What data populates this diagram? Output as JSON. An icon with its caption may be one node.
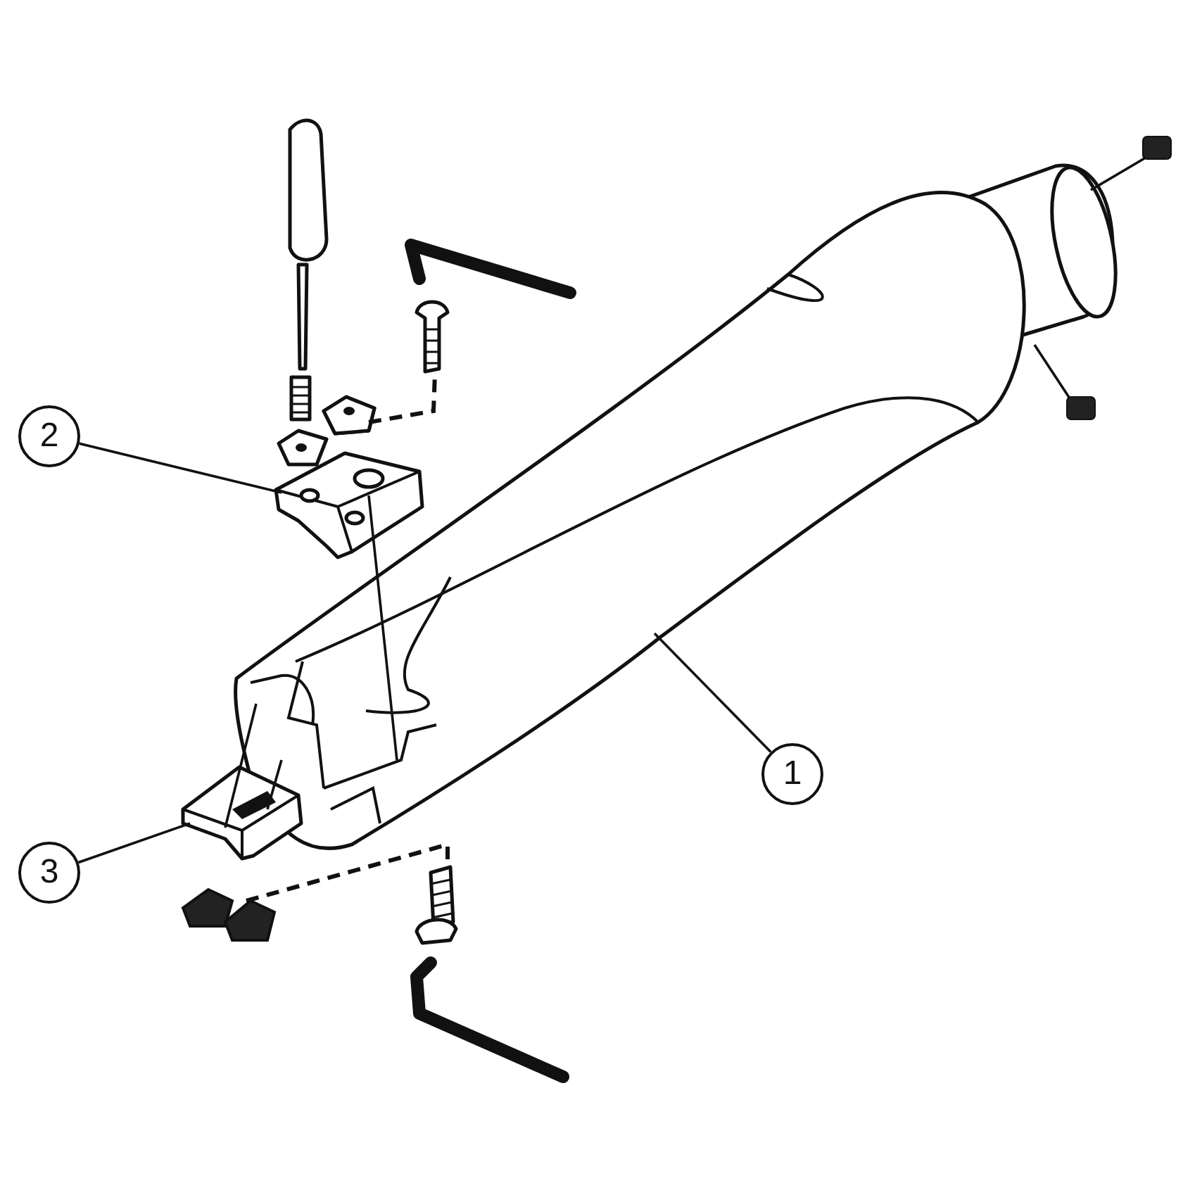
{
  "diagram": {
    "nodes": [
      {
        "text": [
          "2"
        ]
      },
      {
        "text": [
          "1"
        ]
      },
      {
        "text": [
          "3"
        ]
      },
      {
        "text": [],
        "shape": "picture"
      },
      {
        "text": [],
        "shape": "picture"
      },
      {
        "text": [],
        "shape": "picture"
      },
      {
        "text": [],
        "shape": "box"
      },
      {
        "text": [],
        "shape": "box"
      },
      {
        "text": [],
        "shape": "picture"
      },
      {
        "text": [],
        "shape": "picture"
      },
      {
        "text": [],
        "shape": "picture"
      },
      {
        "text": [],
        "shape": "picture"
      }
    ],
    "edges": [
      {
        "from": 0,
        "to": 4,
        "arrow": "none"
      },
      {
        "from": 1,
        "to": 3,
        "arrow": "none"
      },
      {
        "from": 2,
        "to": 5,
        "arrow": "none"
      },
      {
        "from": 4,
        "to": 3,
        "arrow": "none"
      },
      {
        "from": 5,
        "to": 3,
        "arrow": "none"
      },
      {
        "from": 5,
        "to": 3,
        "arrow": "none"
      },
      {
        "from": 3,
        "to": 6,
        "arrow": "none"
      },
      {
        "from": 3,
        "to": 7,
        "arrow": "none"
      },
      {
        "from": 9,
        "to": 8,
        "arrow": "none",
        "style": "dashed"
      },
      {
        "from": 11,
        "to": 10,
        "arrow": "none",
        "style": "dashed"
      }
    ]
  }
}
